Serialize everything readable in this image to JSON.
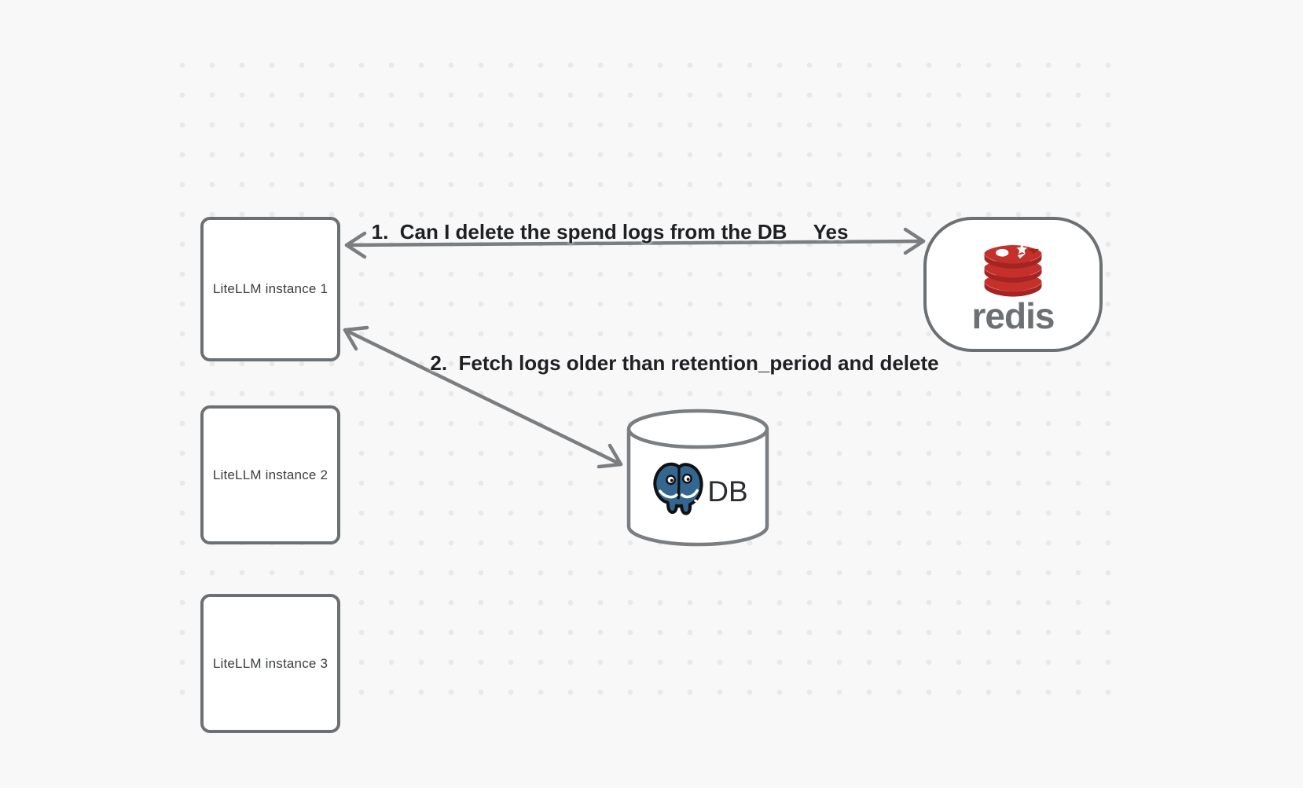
{
  "diagram": {
    "nodes": {
      "instance1": {
        "label": "LiteLLM instance 1"
      },
      "instance2": {
        "label": "LiteLLM instance 2"
      },
      "instance3": {
        "label": "LiteLLM instance 3"
      },
      "redis": {
        "label": "redis"
      },
      "db": {
        "label": "DB"
      }
    },
    "arrows": {
      "arrow1": {
        "label": "1.  Can I delete the spend logs from the DB",
        "answer": "Yes",
        "from": "LiteLLM instance 1",
        "to": "redis",
        "double_headed": true
      },
      "arrow2": {
        "label": "2.  Fetch logs older than retention_period and delete",
        "from": "LiteLLM instance 1",
        "to": "DB",
        "double_headed": true
      }
    },
    "colors": {
      "background": "#f8f8f9",
      "dot_grid": "#e9e9ea",
      "shape_stroke": "#6c7073",
      "arrow_stroke": "#7a7e81",
      "label_text": "#1f2023",
      "box_text": "#3a3d40",
      "redis_red": "#c6302b",
      "redis_red_dark": "#a32422",
      "redis_wordmark_gray": "#6d7073",
      "postgres_blue": "#336791"
    }
  }
}
